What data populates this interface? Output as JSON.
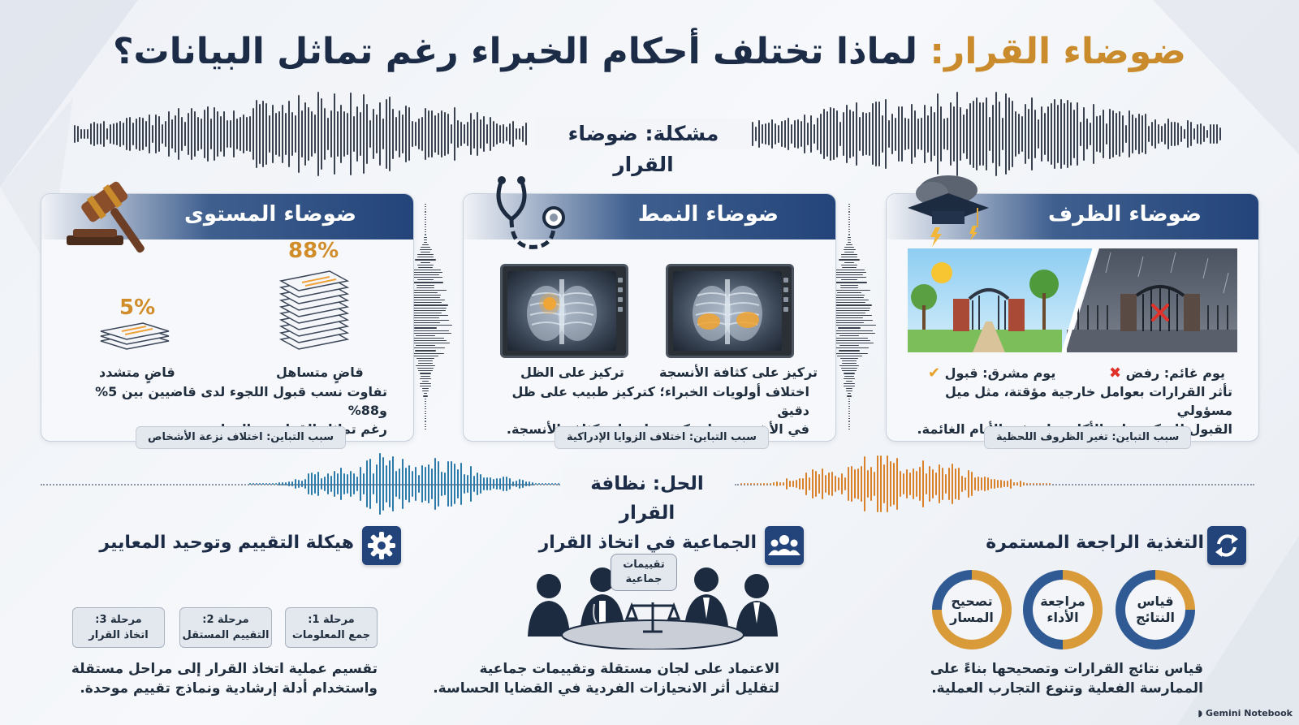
{
  "title": {
    "accent": "ضوضاء القرار:",
    "main": "لماذا تختلف أحكام الخبراء رغم تماثل البيانات؟"
  },
  "problem_label": "مشكلة: ضوضاء القرار",
  "solution_label": "الحل: نظافة القرار",
  "panels": {
    "occasion": {
      "title": "ضوضاء الظرف",
      "good_day": "يوم مشرق: قبول",
      "bad_day": "يوم غائم: رفض",
      "text_line1": "تأثر القرارات بعوامل خارجية مؤقتة، مثل ميل مسؤولي",
      "text_line2": "القبول للتركيز على الأكاديميات في الأيام الغائمة.",
      "cause": "سبب التباين: تغير الظروف اللحظية"
    },
    "pattern": {
      "title": "ضوضاء النمط",
      "caption_right": "تركيز على كثافة الأنسجة",
      "caption_left": "تركيز على الظل",
      "text_line1": "اختلاف أولويات الخبراء؛ كتركيز طبيب على ظل دقيق",
      "text_line2": "في الأشعة بينما يركز زميله على كثافة الأنسجة.",
      "cause": "سبب التباين: اختلاف الزوايا الإدراكية"
    },
    "level": {
      "title": "ضوضاء المستوى",
      "lenient_pct": "88%",
      "strict_pct": "5%",
      "lenient_label": "قاضٍ متساهل",
      "strict_label": "قاضٍ متشدد",
      "text_line1": "تفاوت نسب قبول اللجوء لدى قاضيين بين 5% و88%",
      "text_line2": "رغم تماثل القوانين والمعايير.",
      "cause": "سبب التباين: اختلاف نزعة الأشخاص"
    }
  },
  "solutions": {
    "feedback": {
      "title": "التغذية الراجعة المستمرة",
      "rings": [
        "قياس النتائج",
        "مراجعة الأداء",
        "تصحيح المسار"
      ],
      "ring_progress": [
        0.25,
        0.5,
        0.75
      ],
      "text_line1": "قياس نتائج القرارات وتصحيحها بناءً على",
      "text_line2": "الممارسة الفعلية وتنوع التجارب العملية."
    },
    "collective": {
      "title": "الجماعية في اتخاذ القرار",
      "bubble": "تقييمات جماعية",
      "text_line1": "الاعتماد على لجان مستقلة وتقييمات جماعية",
      "text_line2": "لتقليل أثر الانحيازات الفردية في القضايا الحساسة."
    },
    "structure": {
      "title": "هيكلة التقييم وتوحيد المعايير",
      "stages": [
        {
          "num": "مرحلة 1:",
          "label": "جمع المعلومات"
        },
        {
          "num": "مرحلة 2:",
          "label": "التقييم المستقل"
        },
        {
          "num": "مرحلة 3:",
          "label": "اتخاذ القرار"
        }
      ],
      "text_line1": "تقسيم عملية اتخاذ القرار إلى مراحل مستقلة",
      "text_line2": "واستخدام أدلة إرشادية ونماذج تقييم موحدة."
    }
  },
  "brand": "Gemini Notebook",
  "colors": {
    "navy": "#23447a",
    "gold": "#c98b2b",
    "wave_left": "#3ab6d6",
    "wave_right": "#e58a22"
  }
}
